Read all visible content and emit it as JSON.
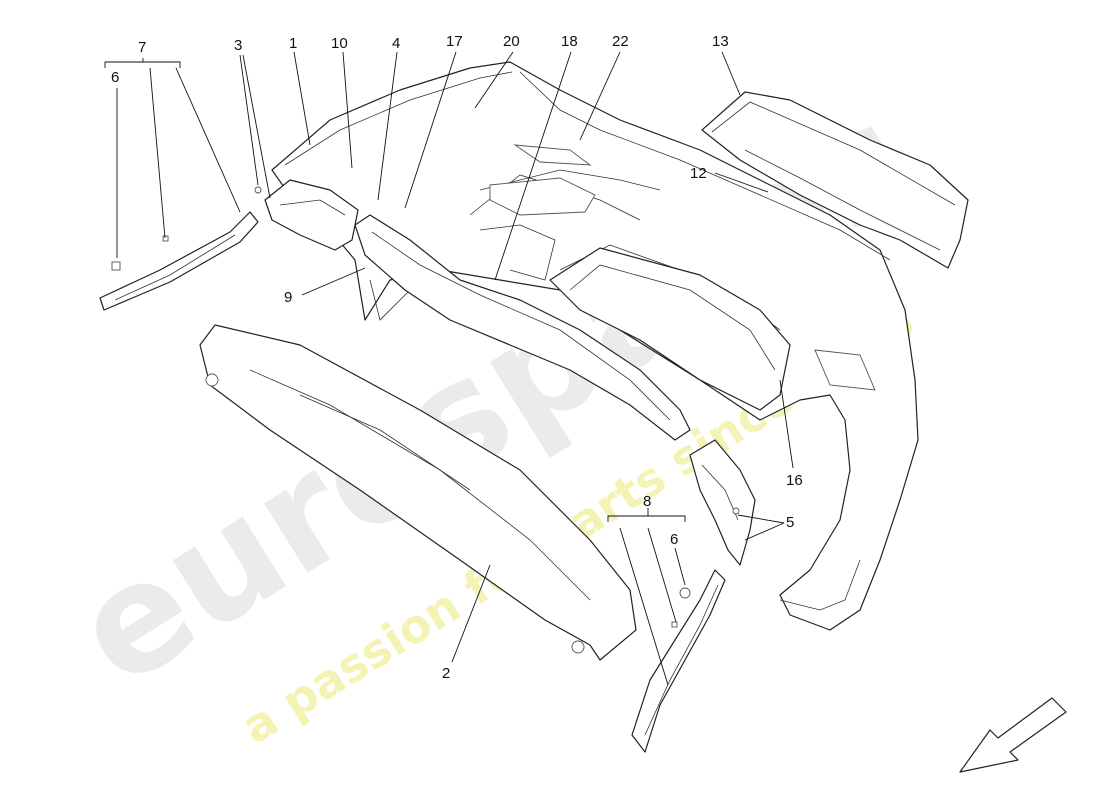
{
  "watermark": {
    "brand": "eurospares",
    "tagline": "a passion for parts since 1985",
    "brand_color": "#dcdcdc",
    "tagline_color": "#f2ef9a"
  },
  "callouts": {
    "c1": "1",
    "c2": "2",
    "c3": "3",
    "c4": "4",
    "c5": "5",
    "c6a": "6",
    "c6b": "6",
    "c7": "7",
    "c8": "8",
    "c9": "9",
    "c10": "10",
    "c12": "12",
    "c13": "13",
    "c16": "16",
    "c17": "17",
    "c18": "18",
    "c20": "20",
    "c22": "22"
  },
  "icons": {
    "direction": "front-direction-arrow-icon"
  }
}
